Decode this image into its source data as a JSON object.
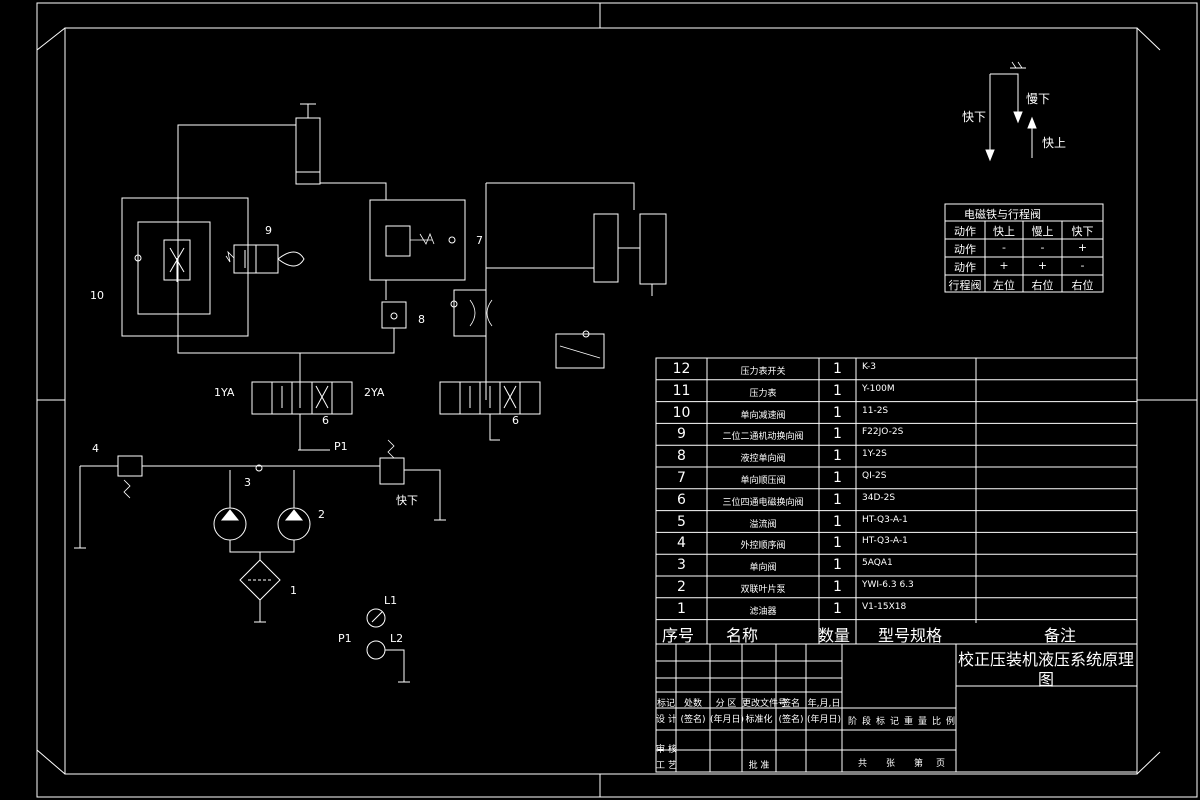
{
  "drawing": {
    "title_line1": "校正压装机液压系统原理",
    "title_line2": "图"
  },
  "component_labels": {
    "c1": "1",
    "c2": "2",
    "c3": "3",
    "c4": "4",
    "c6a": "6",
    "c6b": "6",
    "c7": "7",
    "c8": "8",
    "c9": "9",
    "c10": "10",
    "sol_1ya": "1YA",
    "sol_2ya": "2YA",
    "p1": "P1",
    "p1_gauge": "P1",
    "l1": "L1",
    "l2": "L2",
    "fast_down_valve": "快下"
  },
  "motion_diagram": {
    "fast_down": "快下",
    "slow_down": "慢下",
    "fast_up": "快上"
  },
  "solenoid_table": {
    "title": "电磁铁与行程阀",
    "header": [
      "动作",
      "快上",
      "慢上",
      "快下"
    ],
    "rows": [
      [
        "动作",
        "-",
        "-",
        "+"
      ],
      [
        "动作",
        "+",
        "+",
        "-"
      ],
      [
        "行程阀",
        "左位",
        "右位",
        "右位"
      ]
    ]
  },
  "parts_list": {
    "header": {
      "no": "序号",
      "name": "名称",
      "qty": "数量",
      "model": "型号规格",
      "remark": "备注"
    },
    "rows": [
      {
        "no": "12",
        "name": "压力表开关",
        "qty": "1",
        "model": "K-3"
      },
      {
        "no": "11",
        "name": "压力表",
        "qty": "1",
        "model": "Y-100M"
      },
      {
        "no": "10",
        "name": "单向减速阀",
        "qty": "1",
        "model": "11-2S"
      },
      {
        "no": "9",
        "name": "二位二通机动换向阀",
        "qty": "1",
        "model": "F22JO-2S"
      },
      {
        "no": "8",
        "name": "液控单向阀",
        "qty": "1",
        "model": "1Y-2S"
      },
      {
        "no": "7",
        "name": "单向顺压阀",
        "qty": "1",
        "model": "QI-2S"
      },
      {
        "no": "6",
        "name": "三位四通电磁换向阀",
        "qty": "1",
        "model": "34D-2S"
      },
      {
        "no": "5",
        "name": "溢流阀",
        "qty": "1",
        "model": "HT-Q3-A-1"
      },
      {
        "no": "4",
        "name": "外控顺序阀",
        "qty": "1",
        "model": "HT-Q3-A-1"
      },
      {
        "no": "3",
        "name": "单向阀",
        "qty": "1",
        "model": "5AQA1"
      },
      {
        "no": "2",
        "name": "双联叶片泵",
        "qty": "1",
        "model": "YWI-6.3 6.3"
      },
      {
        "no": "1",
        "name": "滤油器",
        "qty": "1",
        "model": "V1-15X18"
      }
    ]
  },
  "title_block": {
    "r1": [
      "标记",
      "处数",
      "分 区",
      "更改文件号",
      "签名",
      "年,月,日"
    ],
    "r2": [
      "设 计",
      "(签名)",
      "(年月日)",
      "标准化",
      "(签名)",
      "(年月日)"
    ],
    "r3": [
      "审 核"
    ],
    "r4": [
      "工 艺",
      "批 准"
    ],
    "stage": [
      "阶",
      "段",
      "标",
      "记",
      "重",
      "量",
      "比",
      "例"
    ],
    "sheet": [
      "共",
      "张",
      "第",
      "页"
    ]
  }
}
